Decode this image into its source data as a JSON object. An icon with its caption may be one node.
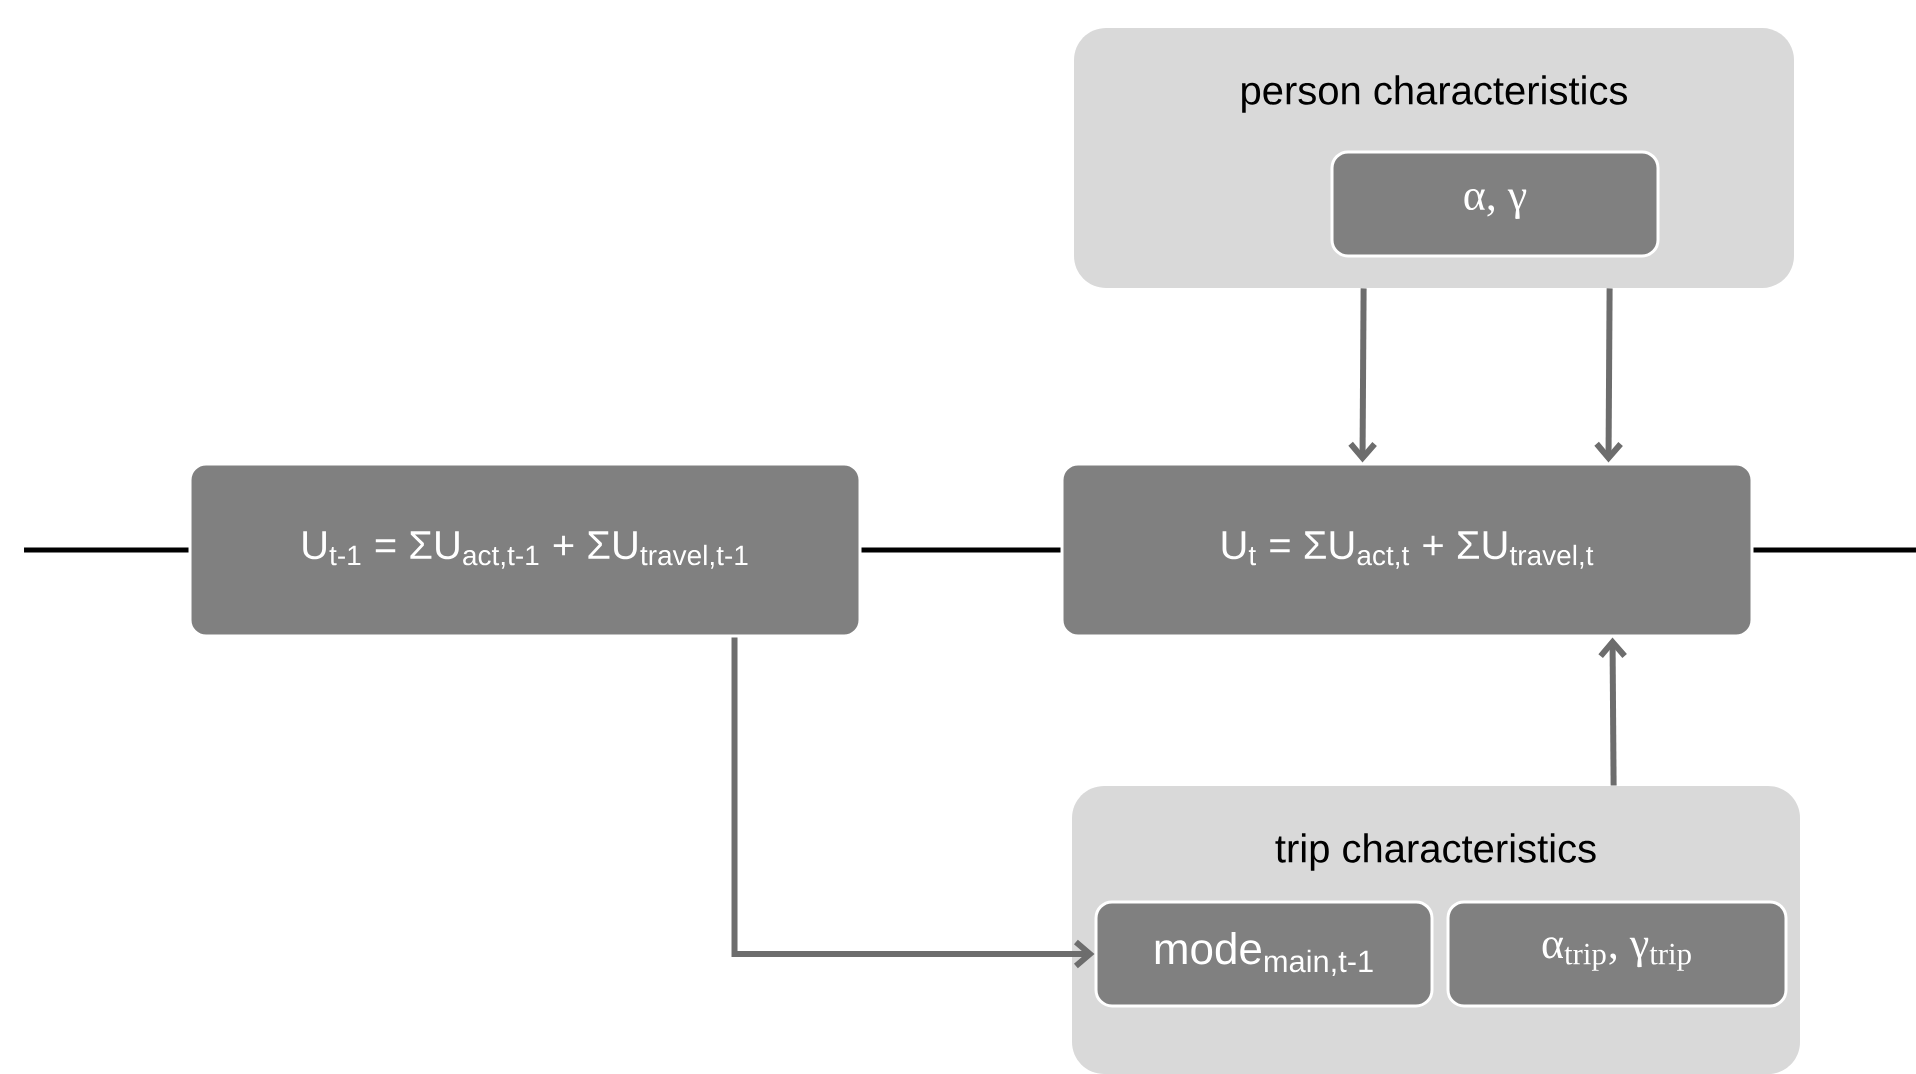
{
  "diagram": {
    "nodes": [
      {
        "text": [
          "U$_{t-1}$ = ΣU$_{act,t-1}$ + ΣU$_{travel,t-1}$"
        ]
      },
      {
        "text": [
          "U$_{t}$ = ΣU$_{act,t}$ + ΣU$_{travel,t}$"
        ]
      },
      {
        "text": [
          "person characteristics"
        ]
      },
      {
        "text": [
          "α, γ"
        ],
        "in": 2
      },
      {
        "text": [
          "trip characteristics"
        ]
      },
      {
        "text": [
          "mode$_{main,t-1}$"
        ],
        "in": 4
      },
      {
        "text": [
          "α$_{trip}$, γ$_{trip}$"
        ],
        "in": 4
      }
    ],
    "edges": [
      {
        "from": null,
        "to": 0,
        "arrow": "none",
        "color": "#000000"
      },
      {
        "from": 0,
        "to": 1,
        "arrow": "none",
        "color": "#000000"
      },
      {
        "from": 1,
        "to": null,
        "arrow": "none",
        "color": "#000000"
      },
      {
        "from": 2,
        "to": 1,
        "arrow": "to"
      },
      {
        "from": 2,
        "to": 1,
        "arrow": "to"
      },
      {
        "from": 4,
        "to": 1,
        "arrow": "to"
      },
      {
        "from": 0,
        "to": 5,
        "arrow": "to"
      }
    ]
  }
}
